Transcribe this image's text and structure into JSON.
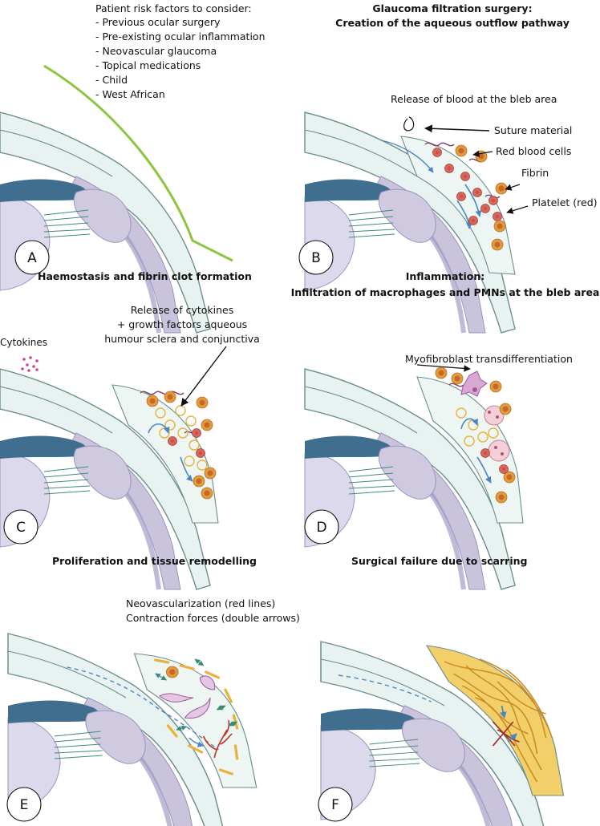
{
  "panels": {
    "a": {
      "badge": "A",
      "risk_title": "Patient risk factors to consider:",
      "risk_items": [
        "- Previous ocular surgery",
        "- Pre-existing ocular inflammation",
        "- Neovascular glaucoma",
        "- Topical medications",
        "- Child",
        "- West African"
      ]
    },
    "b": {
      "badge": "B",
      "title_line1": "Glaucoma filtration surgery:",
      "title_line2": "Creation of the aqueous outflow pathway",
      "subtitle": "Release of blood at the bleb area",
      "labels": {
        "suture": "Suture material",
        "rbc": "Red blood cells",
        "fibrin": "Fibrin",
        "platelet": "Platelet (red)"
      }
    },
    "c": {
      "badge": "C",
      "title": "Haemostasis and fibrin clot formation",
      "cytokines_line1": "Release of cytokines",
      "cytokines_line2": "+ growth factors aqueous",
      "cytokines_line3": "humour sclera and conjunctiva",
      "side_label": "Cytokines"
    },
    "d": {
      "badge": "D",
      "title_line1": "Inflammation:",
      "title_line2": "Infiltration of macrophages and PMNs at the bleb area",
      "label": "Myofibroblast transdifferentiation"
    },
    "e": {
      "badge": "E",
      "title": "Proliferation and tissue remodelling",
      "line1": "Neovascularization (red lines)",
      "line2": "Contraction forces  (double arrows)"
    },
    "f": {
      "badge": "F",
      "title": "Surgical failure due to scarring"
    }
  },
  "colors": {
    "cornea_fill": "#e8f3f1",
    "cornea_stroke": "#6a8f8c",
    "iris": "#3f6e8e",
    "ciliary": "#c9c4dc",
    "lens": "#ddd9ec",
    "sclera_band": "#c7bfdf",
    "conjunctiva_line": "#8cc63f",
    "rbc": "#d9665a",
    "platelet": "#e59a3b",
    "fibrin": "#7a3a6b",
    "flow_arrow": "#4a86c5",
    "cytokine_dots": "#c2489a",
    "myofibroblast": "#d9a7d3",
    "scar": "#e8b33a",
    "vessel": "#c0392b",
    "contraction": "#3a8a7a"
  }
}
